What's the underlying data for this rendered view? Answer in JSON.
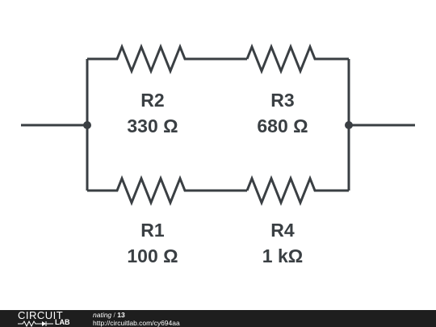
{
  "circuit": {
    "wire_color": "#3a3f43",
    "resistors": [
      {
        "id": "R2",
        "value": "330 Ω"
      },
      {
        "id": "R3",
        "value": "680 Ω"
      },
      {
        "id": "R1",
        "value": "100 Ω"
      },
      {
        "id": "R4",
        "value": "1 kΩ"
      }
    ]
  },
  "footer": {
    "logo_top": "CIRCUIT",
    "logo_bottom": "LAB",
    "title": "nating",
    "separator": "/",
    "number": "13",
    "url": "http://circuitlab.com/cy694aa"
  }
}
